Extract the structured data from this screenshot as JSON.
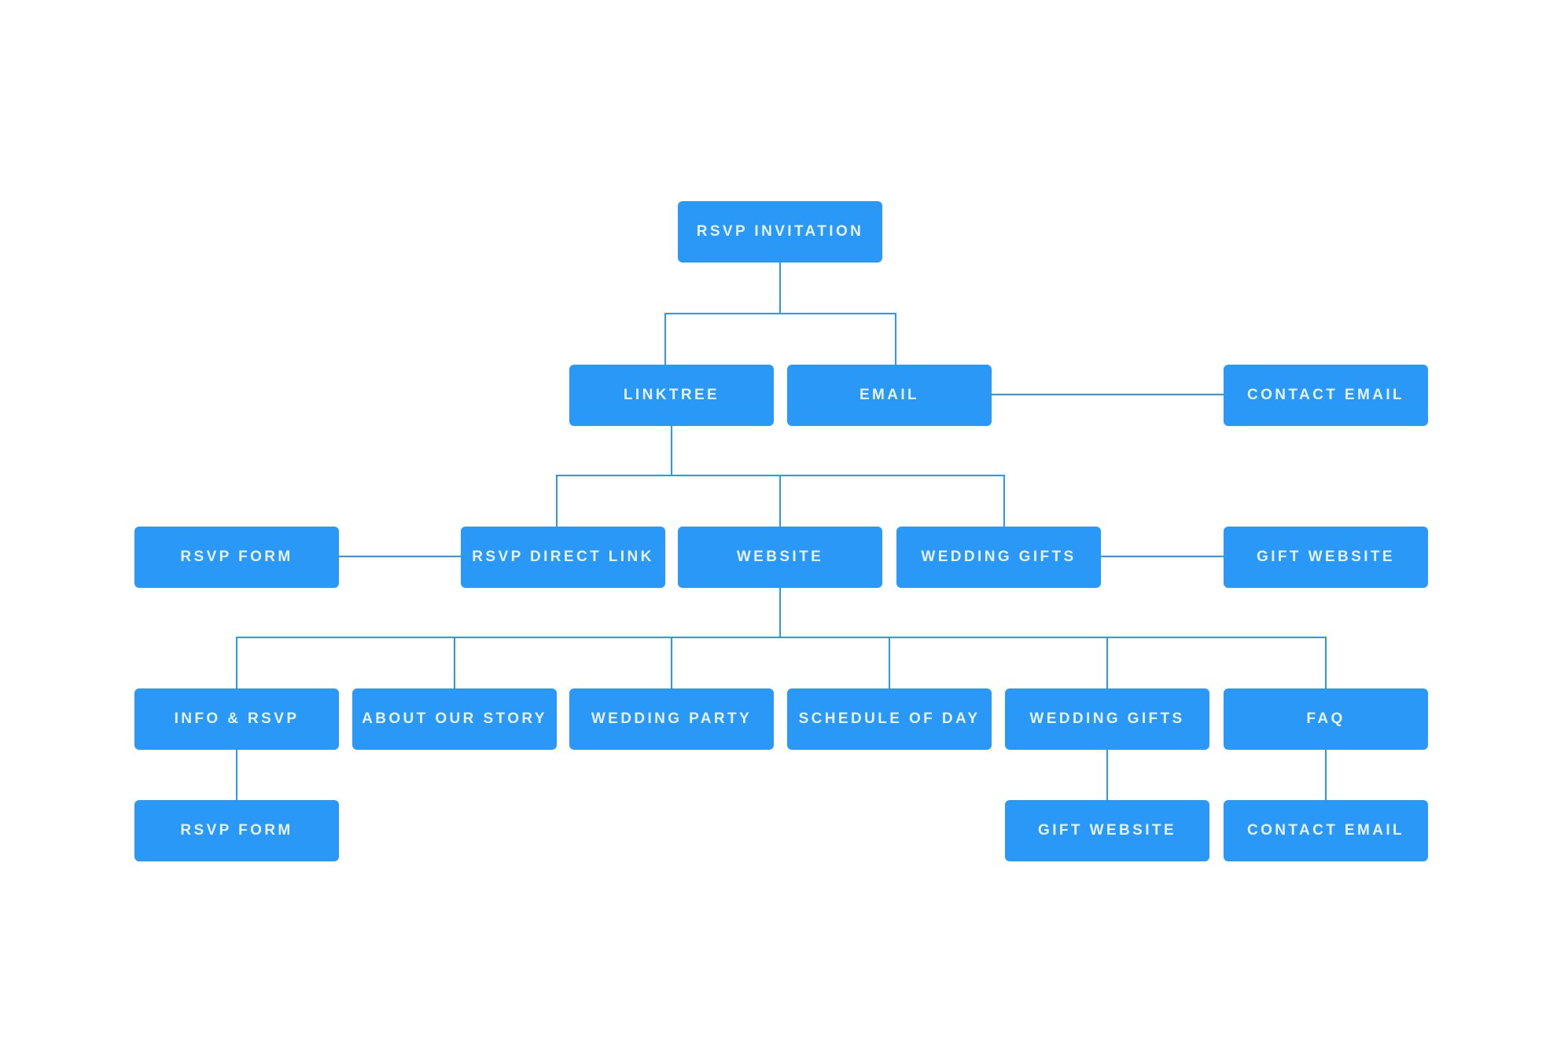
{
  "colors": {
    "node_fill": "#2a98f7",
    "node_text": "#e6f3ff",
    "connector": "#2a98f7",
    "background": "#ffffff"
  },
  "nodes": {
    "rsvp_invitation": "RSVP INVITATION",
    "linktree": "LINKTREE",
    "email": "EMAIL",
    "contact_email_top": "CONTACT EMAIL",
    "rsvp_form_top": "RSVP FORM",
    "rsvp_direct_link": "RSVP DIRECT LINK",
    "website": "WEBSITE",
    "wedding_gifts_mid": "WEDDING GIFTS",
    "gift_website_top": "GIFT WEBSITE",
    "info_rsvp": "INFO & RSVP",
    "about_our_story": "ABOUT OUR STORY",
    "wedding_party": "WEDDING PARTY",
    "schedule_of_day": "SCHEDULE OF DAY",
    "wedding_gifts_bottom": "WEDDING GIFTS",
    "faq": "FAQ",
    "rsvp_form_bottom": "RSVP FORM",
    "gift_website_bottom": "GIFT WEBSITE",
    "contact_email_bottom": "CONTACT EMAIL"
  },
  "edges": [
    [
      "rsvp_invitation",
      "linktree"
    ],
    [
      "rsvp_invitation",
      "email"
    ],
    [
      "email",
      "contact_email_top"
    ],
    [
      "linktree",
      "rsvp_direct_link"
    ],
    [
      "linktree",
      "website"
    ],
    [
      "linktree",
      "wedding_gifts_mid"
    ],
    [
      "rsvp_direct_link",
      "rsvp_form_top"
    ],
    [
      "wedding_gifts_mid",
      "gift_website_top"
    ],
    [
      "website",
      "info_rsvp"
    ],
    [
      "website",
      "about_our_story"
    ],
    [
      "website",
      "wedding_party"
    ],
    [
      "website",
      "schedule_of_day"
    ],
    [
      "website",
      "wedding_gifts_bottom"
    ],
    [
      "website",
      "faq"
    ],
    [
      "info_rsvp",
      "rsvp_form_bottom"
    ],
    [
      "wedding_gifts_bottom",
      "gift_website_bottom"
    ],
    [
      "faq",
      "contact_email_bottom"
    ]
  ]
}
